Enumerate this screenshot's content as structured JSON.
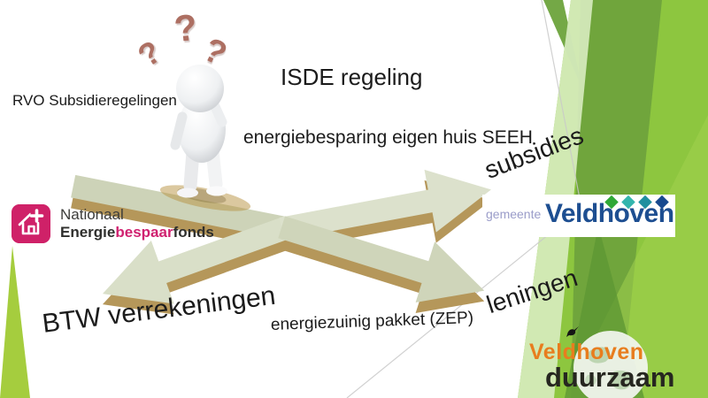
{
  "labels": {
    "rvo": "RVO Subsidieregelingen",
    "isde": "ISDE regeling",
    "seeh": "energiebesparing eigen huis SEEH",
    "subsidies": "subsidies",
    "leningen": "leningen",
    "btw": "BTW verrekeningen",
    "zep": "energiezuinig pakket (ZEP)"
  },
  "question_marks": {
    "glyph": "?",
    "color": "#ad6f62",
    "count": 3
  },
  "logos": {
    "energiebespaarfonds": {
      "line1": "Nationaal",
      "brand_prefix": "Energie",
      "brand_highlight": "bespaar",
      "brand_suffix": "fonds",
      "accent_color": "#d02270",
      "icon_bg": "#cf2168"
    },
    "gemeente": {
      "small_label": "gemeente",
      "name": "Veldhoven",
      "small_color": "#9a9cc9",
      "name_color": "#1d4e91",
      "diamond_colors": [
        "#2fa836",
        "#33b5ad",
        "#1f8f9f",
        "#17498f"
      ]
    },
    "duurzaam": {
      "line1": "Veldhoven",
      "line2": "duurzaam",
      "line1_color": "#e87d1e",
      "line2_color": "#262620"
    }
  },
  "decor": {
    "green_primary": "#8dc63f",
    "green_dark": "#6fa33c",
    "green_light": "#d8ecc0",
    "left_spike": "#a5cd3e",
    "arrow_top": "#d6dcc4",
    "arrow_side": "#bb9b5c"
  }
}
